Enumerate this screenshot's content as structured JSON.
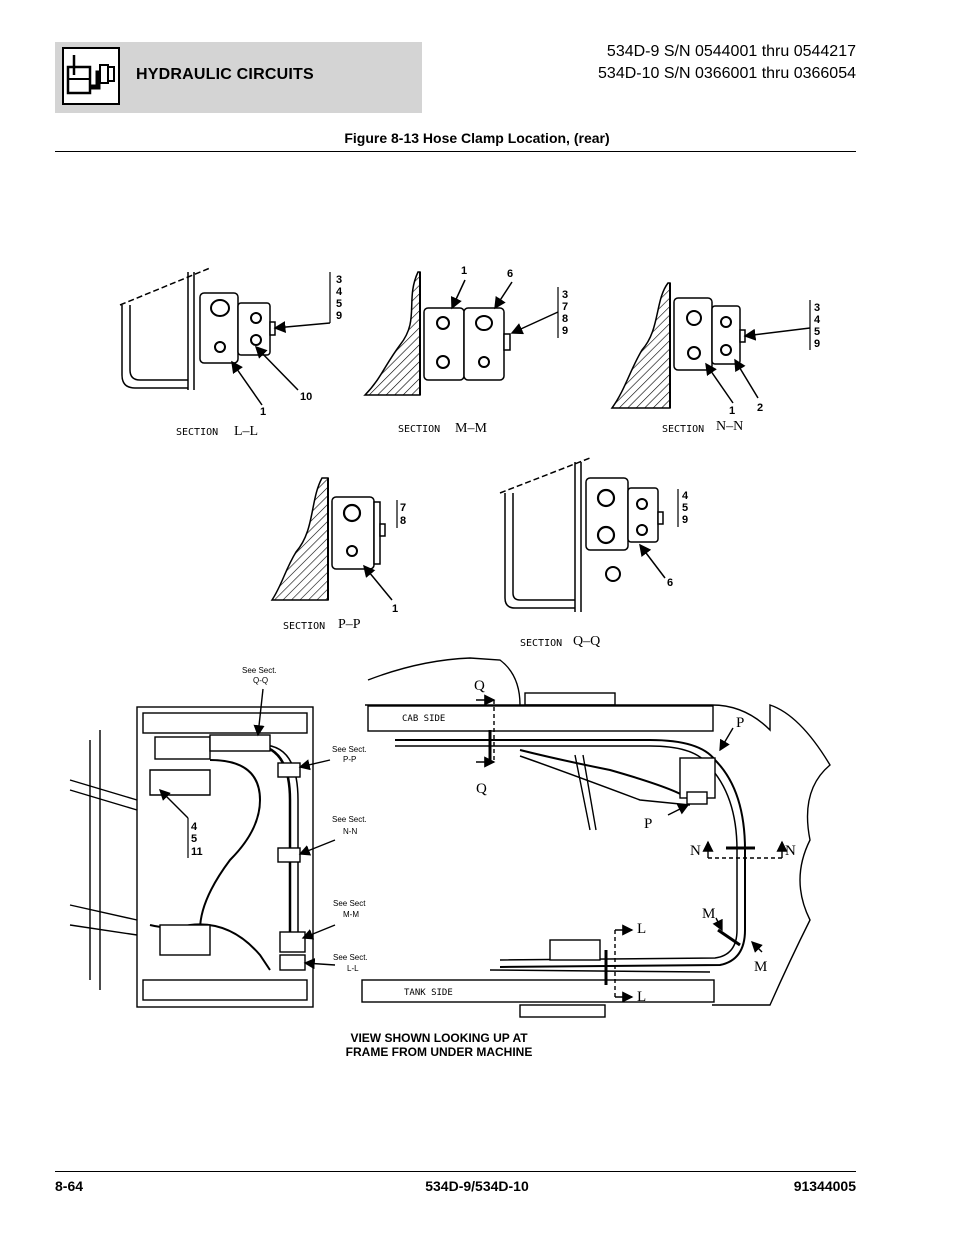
{
  "header": {
    "section_title": "HYDRAULIC CIRCUITS",
    "icon": "hydraulic-circuit-icon",
    "serial_line1": "534D-9 S/N 0544001 thru 0544217",
    "serial_line2": "534D-10 S/N 0366001 thru 0366054"
  },
  "figure": {
    "title": "Figure 8-13 Hose Clamp Location, (rear)",
    "sections": {
      "ll": {
        "word": "SECTION",
        "letters": "L–L",
        "callout_stack": [
          "3",
          "4",
          "5",
          "9"
        ],
        "callouts": [
          "1",
          "10"
        ]
      },
      "mm": {
        "word": "SECTION",
        "letters": "M–M",
        "callout_stack": [
          "3",
          "7",
          "8",
          "9"
        ],
        "callouts": [
          "1",
          "6"
        ]
      },
      "nn": {
        "word": "SECTION",
        "letters": "N–N",
        "callout_stack": [
          "3",
          "4",
          "5",
          "9"
        ],
        "callouts": [
          "1",
          "2"
        ]
      },
      "pp": {
        "word": "SECTION",
        "letters": "P–P",
        "callout_stack": [
          "7",
          "8"
        ],
        "callouts": [
          "1"
        ]
      },
      "qq": {
        "word": "SECTION",
        "letters": "Q–Q",
        "callout_stack": [
          "4",
          "5",
          "9"
        ],
        "callouts": [
          "6"
        ]
      }
    },
    "main_view": {
      "see_sect_qq": [
        "See Sect.",
        "Q-Q"
      ],
      "see_sect_pp": [
        "See Sect.",
        "P-P"
      ],
      "see_sect_nn": [
        "See Sect.",
        "N-N"
      ],
      "see_sect_mm": [
        "See Sect",
        "M-M"
      ],
      "see_sect_ll": [
        "See Sect.",
        "L-L"
      ],
      "left_stack": [
        "4",
        "5",
        "11"
      ],
      "cab_side": "CAB SIDE",
      "tank_side": "TANK SIDE",
      "cut_q": "Q",
      "cut_p": "P",
      "cut_n": "N",
      "cut_m": "M",
      "cut_l": "L",
      "caption_line1": "VIEW SHOWN LOOKING UP AT",
      "caption_line2": "FRAME FROM UNDER MACHINE"
    }
  },
  "footer": {
    "page": "8-64",
    "model": "534D-9/534D-10",
    "part_number": "91344005"
  }
}
